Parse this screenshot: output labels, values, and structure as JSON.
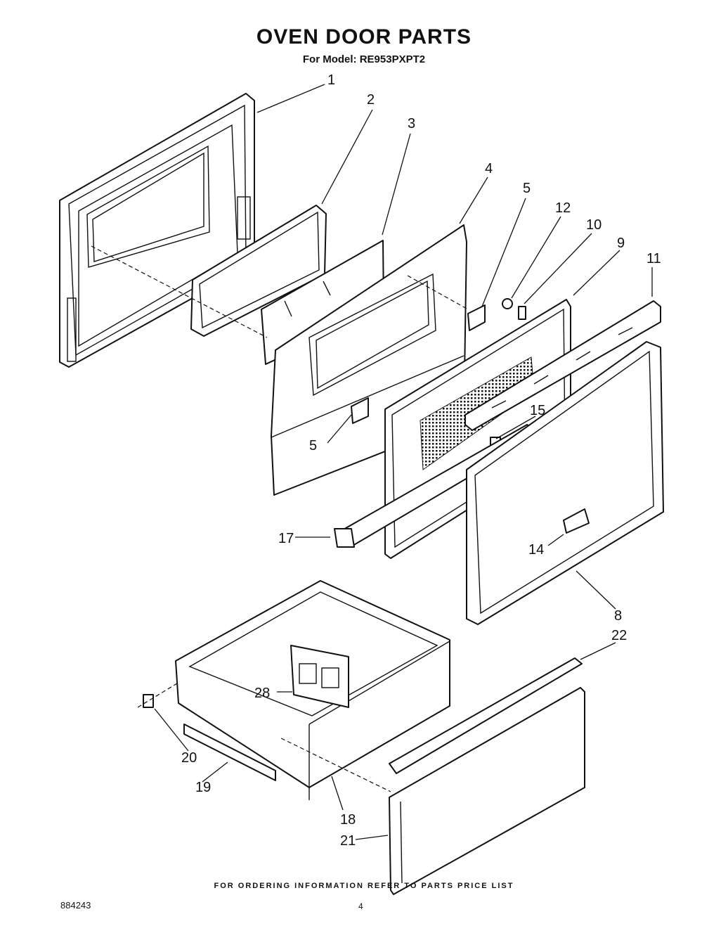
{
  "title": "OVEN DOOR PARTS",
  "model_line": "For Model: RE953PXPT2",
  "footer": "FOR ORDERING INFORMATION REFER TO PARTS PRICE LIST",
  "doc_number": "884243",
  "page_number": "4",
  "callouts": {
    "c1": "1",
    "c2": "2",
    "c3": "3",
    "c4": "4",
    "c5a": "5",
    "c5b": "5",
    "c12": "12",
    "c10": "10",
    "c9": "9",
    "c11": "11",
    "c15": "15",
    "c17": "17",
    "c14": "14",
    "c8": "8",
    "c22": "22",
    "c28": "28",
    "c20": "20",
    "c19": "19",
    "c18": "18",
    "c21": "21"
  }
}
